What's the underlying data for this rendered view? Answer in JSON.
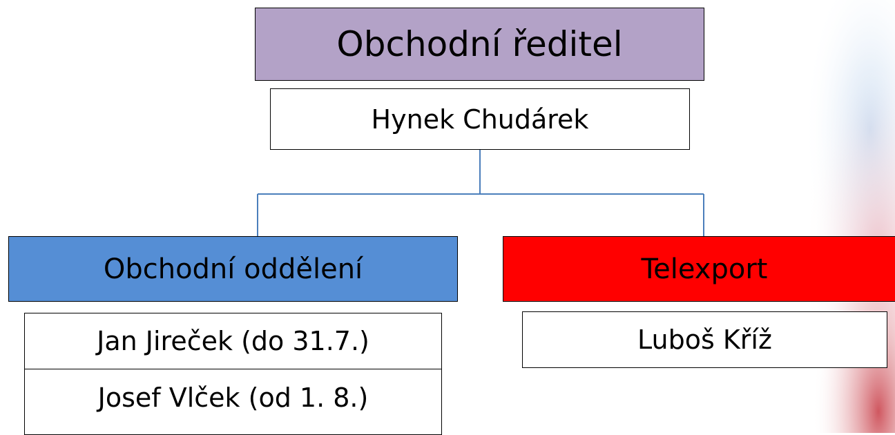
{
  "head": {
    "title": "Obchodní ředitel",
    "name": "Hynek Chudárek"
  },
  "departments": [
    {
      "label": "Obchodní oddělení",
      "color": "#558ed5",
      "people": [
        "Jan Jireček (do 31.7.)",
        "Josef Vlček (od 1. 8.)"
      ]
    },
    {
      "label": "Telexport",
      "color": "#ff0000",
      "people": [
        "Luboš Kříž"
      ]
    }
  ],
  "colors": {
    "title_fill": "#b3a2c7",
    "connector": "#4a7ebb"
  }
}
